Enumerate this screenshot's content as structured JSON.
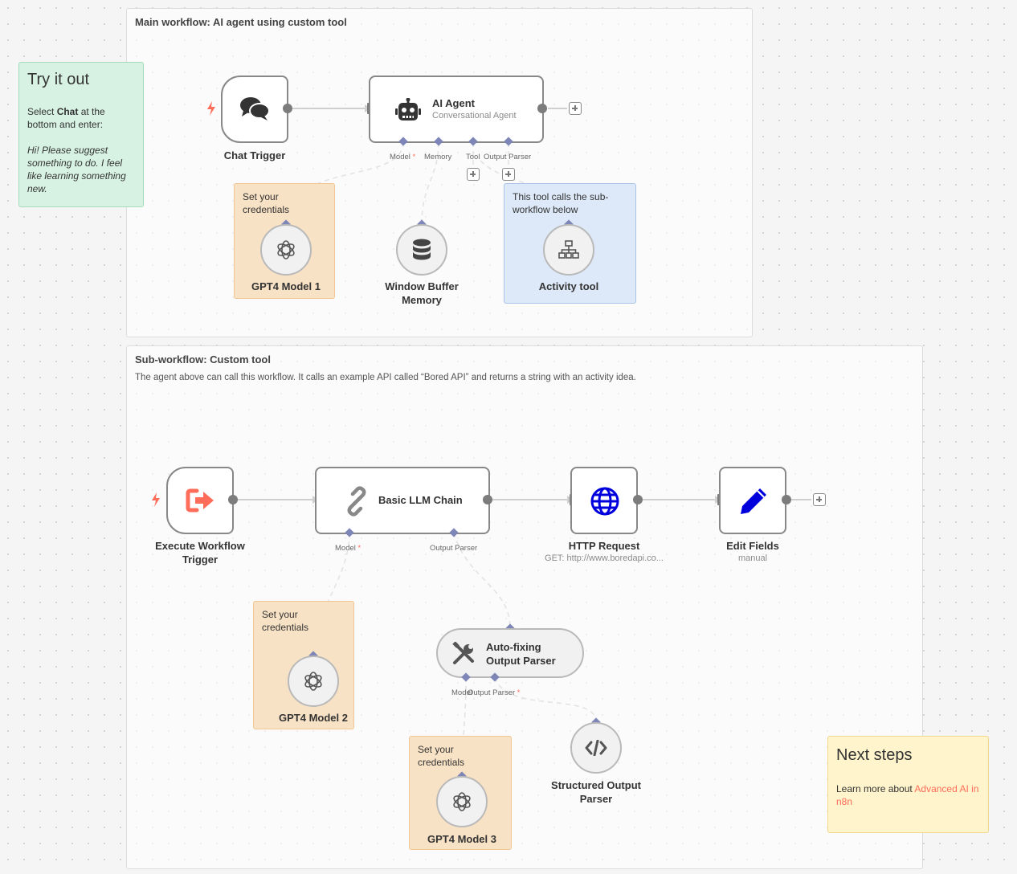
{
  "groups": {
    "main": {
      "title": "Main workflow: AI agent using custom tool"
    },
    "sub": {
      "title": "Sub-workflow: Custom tool",
      "description": "The agent above can call this workflow. It calls an example API called “Bored API” and returns a string with an activity idea."
    }
  },
  "stickies": {
    "try": {
      "title": "Try it out",
      "line1_pre": "Select ",
      "line1_bold": "Chat",
      "line1_post": " at the bottom and enter:",
      "italic": "Hi! Please suggest something to do. I feel like learning something new."
    },
    "creds1": {
      "text": "Set your credentials"
    },
    "tool_note": {
      "text": "This tool calls the sub-workflow below"
    },
    "creds2": {
      "text": "Set your credentials"
    },
    "creds3": {
      "text": "Set your credentials"
    },
    "next": {
      "title": "Next steps",
      "text_pre": "Learn more about ",
      "link": "Advanced AI in n8n"
    }
  },
  "nodes": {
    "chat_trigger": {
      "label": "Chat Trigger",
      "icon": "chat-bubbles-icon"
    },
    "ai_agent": {
      "label": "AI Agent",
      "subtitle": "Conversational Agent",
      "icon": "robot-icon"
    },
    "gpt4_1": {
      "label": "GPT4 Model 1",
      "icon": "openai-icon"
    },
    "memory": {
      "label": "Window Buffer Memory",
      "icon": "database-icon"
    },
    "activity_tool": {
      "label": "Activity tool",
      "icon": "sitemap-icon"
    },
    "exec_trigger": {
      "label": "Execute Workflow Trigger",
      "icon": "sign-out-icon"
    },
    "llm_chain": {
      "label": "Basic LLM Chain",
      "icon": "link-icon"
    },
    "http": {
      "label": "HTTP Request",
      "subtitle": "GET: http://www.boredapi.co...",
      "icon": "globe-icon"
    },
    "edit_fields": {
      "label": "Edit Fields",
      "subtitle": "manual",
      "icon": "pen-icon"
    },
    "gpt4_2": {
      "label": "GPT4 Model 2",
      "icon": "openai-icon"
    },
    "autofix": {
      "label": "Auto-fixing Output Parser",
      "icon": "tools-icon"
    },
    "gpt4_3": {
      "label": "GPT4 Model 3",
      "icon": "openai-icon"
    },
    "structured": {
      "label": "Structured Output Parser",
      "icon": "code-icon"
    }
  },
  "ports": {
    "agent_model": "Model",
    "agent_memory": "Memory",
    "agent_tool": "Tool",
    "agent_output": "Output Parser",
    "chain_model": "Model",
    "chain_output": "Output Parser",
    "fix_model": "Model",
    "fix_output": "Output Parser",
    "required_mark": "*"
  },
  "colors": {
    "accent": "#ff6d5a",
    "port_diamond": "#7e86b8",
    "globe": "#0000dd",
    "pen": "#0000dd"
  }
}
